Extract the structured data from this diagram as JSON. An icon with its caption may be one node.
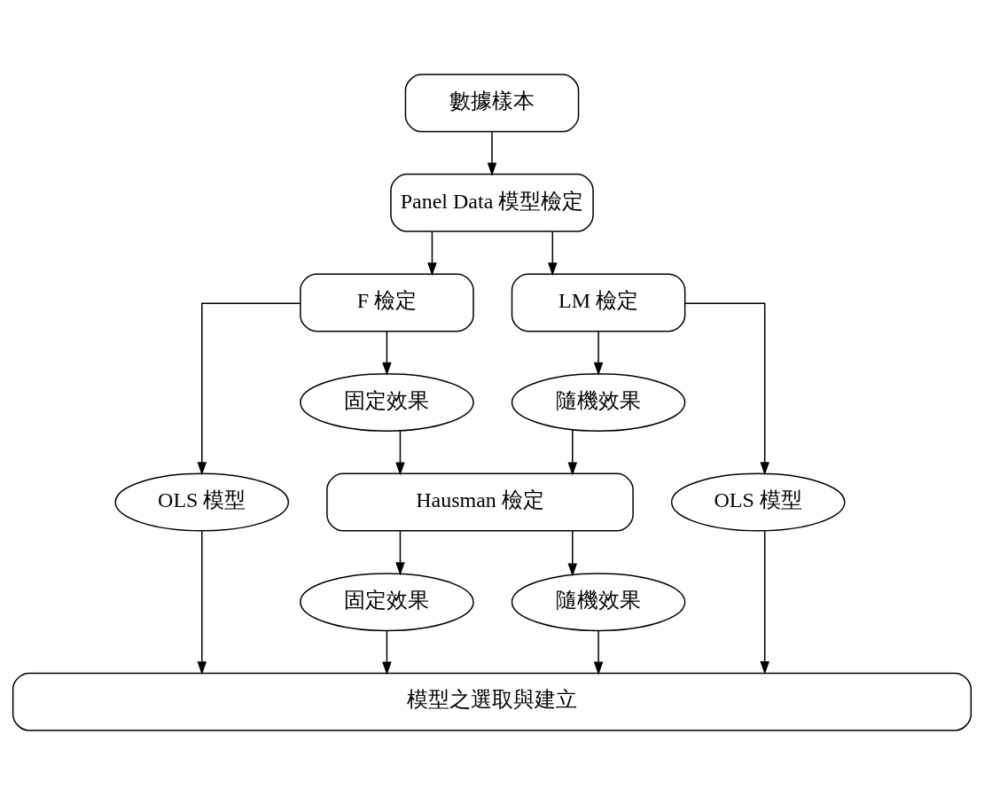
{
  "diagram": {
    "nodes": [
      {
        "text": [
          "數據樣本"
        ]
      },
      {
        "text": [
          "Panel Data 模型檢定"
        ]
      },
      {
        "text": [
          "F 檢定"
        ]
      },
      {
        "text": [
          "LM 檢定"
        ]
      },
      {
        "text": [
          "OLS 模型"
        ]
      },
      {
        "text": [
          "固定效果"
        ]
      },
      {
        "text": [
          "隨機效果"
        ]
      },
      {
        "text": [
          "OLS 模型"
        ]
      },
      {
        "text": [
          "Hausman 檢定"
        ]
      },
      {
        "text": [
          "固定效果"
        ]
      },
      {
        "text": [
          "隨機效果"
        ]
      },
      {
        "text": [
          "模型之選取與建立"
        ]
      }
    ],
    "edges": [
      {
        "from": 0,
        "to": 1,
        "arrow": "to"
      },
      {
        "from": 1,
        "to": 2,
        "arrow": "to"
      },
      {
        "from": 1,
        "to": 3,
        "arrow": "to"
      },
      {
        "from": 2,
        "to": 4,
        "arrow": "to"
      },
      {
        "from": 2,
        "to": 5,
        "arrow": "to"
      },
      {
        "from": 3,
        "to": 6,
        "arrow": "to"
      },
      {
        "from": 3,
        "to": 7,
        "arrow": "to"
      },
      {
        "from": 5,
        "to": 8,
        "arrow": "to"
      },
      {
        "from": 6,
        "to": 8,
        "arrow": "to"
      },
      {
        "from": 8,
        "to": 9,
        "arrow": "to"
      },
      {
        "from": 8,
        "to": 10,
        "arrow": "to"
      },
      {
        "from": 4,
        "to": 11,
        "arrow": "to"
      },
      {
        "from": 9,
        "to": 11,
        "arrow": "to"
      },
      {
        "from": 10,
        "to": 11,
        "arrow": "to"
      },
      {
        "from": 7,
        "to": 11,
        "arrow": "to"
      }
    ]
  }
}
